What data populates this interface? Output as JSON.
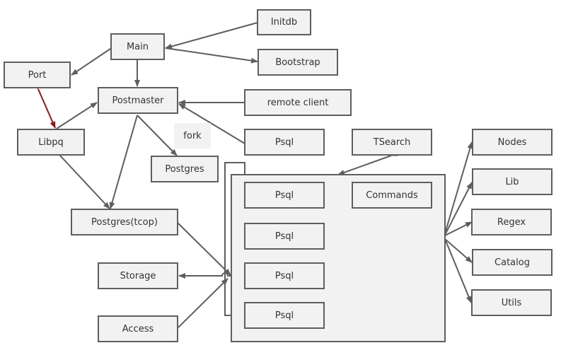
{
  "diagram": {
    "nodes": {
      "initdb": "Initdb",
      "main": "Main",
      "bootstrap": "Bootstrap",
      "port": "Port",
      "postmaster": "Postmaster",
      "remote_client": "remote client",
      "libpq": "Libpq",
      "fork_label": "fork",
      "psql_top": "Psql",
      "tsearch": "TSearch",
      "postgres": "Postgres",
      "nodes": "Nodes",
      "lib": "Lib",
      "psql_1": "Psql",
      "commands": "Commands",
      "postgres_tcop": "Postgres(tcop)",
      "regex": "Regex",
      "psql_2": "Psql",
      "storage": "Storage",
      "psql_3": "Psql",
      "catalog": "Catalog",
      "psql_4": "Psql",
      "utils": "Utils",
      "access": "Access"
    },
    "colors": {
      "edge": "#5e5e5e",
      "highlight_edge": "#8b1a1a",
      "box_fill": "#f2f2f2"
    }
  }
}
